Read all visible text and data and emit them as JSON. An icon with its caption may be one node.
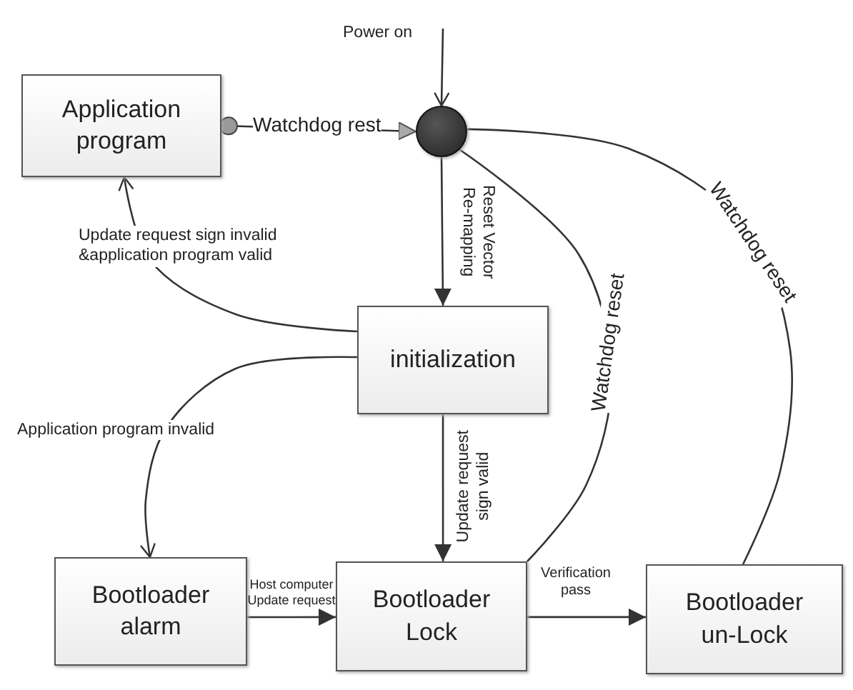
{
  "diagram": {
    "nodes": [
      {
        "text": [
          "Application program"
        ]
      },
      {
        "text": [],
        "shape": "circle"
      },
      {
        "text": [
          "initialization"
        ]
      },
      {
        "text": [
          "Bootloader alarm"
        ]
      },
      {
        "text": [
          "Bootloader Lock"
        ]
      },
      {
        "text": [
          "Bootloader un-Lock"
        ]
      }
    ],
    "edges": [
      {
        "from": null,
        "to": 1,
        "arrow": "to",
        "label": "Power on"
      },
      {
        "from": 0,
        "to": 1,
        "arrow": "to",
        "label": "Watchdog rest"
      },
      {
        "from": 1,
        "to": 2,
        "arrow": "to",
        "label": "Reset Vector Re-mapping"
      },
      {
        "from": 2,
        "to": 0,
        "arrow": "to",
        "label": "Update request sign invalid &application program valid"
      },
      {
        "from": 2,
        "to": 3,
        "arrow": "to",
        "label": "Application program invalid"
      },
      {
        "from": 2,
        "to": 4,
        "arrow": "to",
        "label": "Update request sign valid"
      },
      {
        "from": 3,
        "to": 4,
        "arrow": "to",
        "label": "Host computer Update request"
      },
      {
        "from": 4,
        "to": 5,
        "arrow": "to",
        "label": "Verification pass"
      },
      {
        "from": 4,
        "to": 1,
        "arrow": "none",
        "label": "Watchdog reset"
      },
      {
        "from": 5,
        "to": 1,
        "arrow": "none",
        "label": "Watchdog reset"
      }
    ]
  }
}
